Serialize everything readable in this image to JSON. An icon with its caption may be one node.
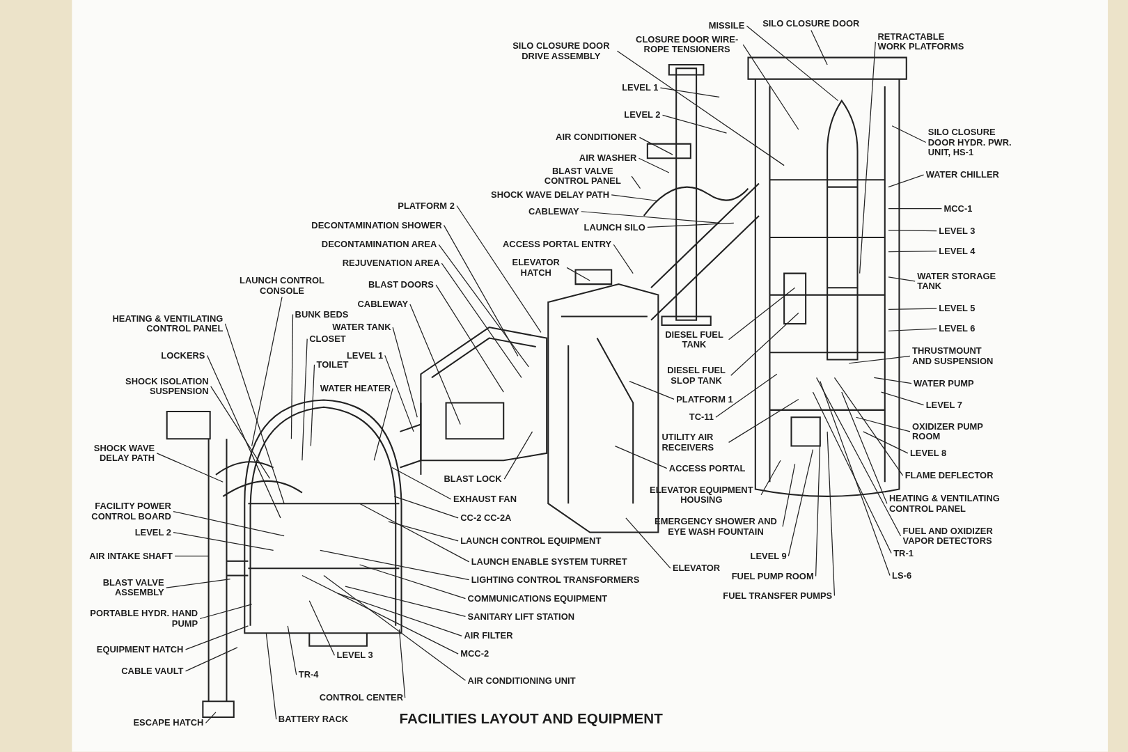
{
  "diagram": {
    "title": "FACILITIES LAYOUT AND EQUIPMENT",
    "nodes": [
      {
        "text": [
          "LAUNCH CONTROL CONSOLE"
        ]
      },
      {
        "text": [
          "BUNK BEDS"
        ]
      },
      {
        "text": [
          "HEATING & VENTILATING CONTROL PANEL"
        ]
      },
      {
        "text": [
          "CLOSET"
        ]
      },
      {
        "text": [
          "LOCKERS"
        ]
      },
      {
        "text": [
          "TOILET"
        ]
      },
      {
        "text": [
          "SHOCK ISOLATION SUSPENSION"
        ]
      },
      {
        "text": [
          "WATER HEATER"
        ]
      },
      {
        "text": [
          "WATER TANK"
        ]
      },
      {
        "text": [
          "LEVEL 1"
        ]
      },
      {
        "text": [
          "CABLEWAY"
        ]
      },
      {
        "text": [
          "BLAST DOORS"
        ]
      },
      {
        "text": [
          "REJUVENATION AREA"
        ]
      },
      {
        "text": [
          "DECONTAMINATION AREA"
        ]
      },
      {
        "text": [
          "DECONTAMINATION SHOWER"
        ]
      },
      {
        "text": [
          "PLATFORM 2"
        ]
      },
      {
        "text": [
          "SHOCK WAVE DELAY PATH"
        ]
      },
      {
        "text": [
          "FACILITY POWER CONTROL BOARD"
        ]
      },
      {
        "text": [
          "LEVEL 2"
        ]
      },
      {
        "text": [
          "AIR INTAKE SHAFT"
        ]
      },
      {
        "text": [
          "BLAST VALVE ASSEMBLY"
        ]
      },
      {
        "text": [
          "PORTABLE HYDR. HAND PUMP"
        ]
      },
      {
        "text": [
          "EQUIPMENT HATCH"
        ]
      },
      {
        "text": [
          "CABLE VAULT"
        ]
      },
      {
        "text": [
          "ESCAPE HATCH"
        ]
      },
      {
        "text": [
          "TR-4"
        ]
      },
      {
        "text": [
          "LEVEL 3"
        ]
      },
      {
        "text": [
          "BATTERY RACK"
        ]
      },
      {
        "text": [
          "CONTROL CENTER"
        ]
      },
      {
        "text": [
          "BLAST LOCK"
        ]
      },
      {
        "text": [
          "EXHAUST FAN"
        ]
      },
      {
        "text": [
          "CC-2 CC-2A"
        ]
      },
      {
        "text": [
          "LAUNCH CONTROL EQUIPMENT"
        ]
      },
      {
        "text": [
          "LAUNCH ENABLE SYSTEM TURRET"
        ]
      },
      {
        "text": [
          "LIGHTING CONTROL TRANSFORMERS"
        ]
      },
      {
        "text": [
          "COMMUNICATIONS EQUIPMENT"
        ]
      },
      {
        "text": [
          "SANITARY LIFT STATION"
        ]
      },
      {
        "text": [
          "AIR FILTER"
        ]
      },
      {
        "text": [
          "MCC-2"
        ]
      },
      {
        "text": [
          "AIR CONDITIONING UNIT"
        ]
      },
      {
        "text": [
          "SILO CLOSURE DOOR DRIVE ASSEMBLY"
        ]
      },
      {
        "text": [
          "CLOSURE DOOR WIRE-ROPE TENSIONERS"
        ]
      },
      {
        "text": [
          "MISSILE"
        ]
      },
      {
        "text": [
          "SILO CLOSURE DOOR"
        ]
      },
      {
        "text": [
          "RETRACTABLE WORK PLATFORMS"
        ]
      },
      {
        "text": [
          "LEVEL 1"
        ]
      },
      {
        "text": [
          "LEVEL 2"
        ]
      },
      {
        "text": [
          "AIR CONDITIONER"
        ]
      },
      {
        "text": [
          "AIR WASHER"
        ]
      },
      {
        "text": [
          "BLAST VALVE CONTROL PANEL"
        ]
      },
      {
        "text": [
          "SHOCK WAVE DELAY PATH"
        ]
      },
      {
        "text": [
          "CABLEWAY"
        ]
      },
      {
        "text": [
          "LAUNCH SILO"
        ]
      },
      {
        "text": [
          "ACCESS PORTAL ENTRY"
        ]
      },
      {
        "text": [
          "ELEVATOR HATCH"
        ]
      },
      {
        "text": [
          "DIESEL FUEL TANK"
        ]
      },
      {
        "text": [
          "DIESEL FUEL SLOP TANK"
        ]
      },
      {
        "text": [
          "PLATFORM 1"
        ]
      },
      {
        "text": [
          "TC-11"
        ]
      },
      {
        "text": [
          "UTILITY AIR RECEIVERS"
        ]
      },
      {
        "text": [
          "ACCESS PORTAL"
        ]
      },
      {
        "text": [
          "ELEVATOR EQUIPMENT HOUSING"
        ]
      },
      {
        "text": [
          "EMERGENCY SHOWER AND EYE WASH FOUNTAIN"
        ]
      },
      {
        "text": [
          "ELEVATOR"
        ]
      },
      {
        "text": [
          "LEVEL 9"
        ]
      },
      {
        "text": [
          "FUEL PUMP ROOM"
        ]
      },
      {
        "text": [
          "FUEL TRANSFER PUMPS"
        ]
      },
      {
        "text": [
          "SILO CLOSURE DOOR HYDR. PWR. UNIT, HS-1"
        ]
      },
      {
        "text": [
          "WATER CHILLER"
        ]
      },
      {
        "text": [
          "MCC-1"
        ]
      },
      {
        "text": [
          "LEVEL 3"
        ]
      },
      {
        "text": [
          "LEVEL 4"
        ]
      },
      {
        "text": [
          "WATER STORAGE TANK"
        ]
      },
      {
        "text": [
          "LEVEL 5"
        ]
      },
      {
        "text": [
          "LEVEL 6"
        ]
      },
      {
        "text": [
          "THRUSTMOUNT AND SUSPENSION"
        ]
      },
      {
        "text": [
          "WATER PUMP"
        ]
      },
      {
        "text": [
          "LEVEL 7"
        ]
      },
      {
        "text": [
          "OXIDIZER PUMP ROOM"
        ]
      },
      {
        "text": [
          "LEVEL 8"
        ]
      },
      {
        "text": [
          "FLAME DEFLECTOR"
        ]
      },
      {
        "text": [
          "HEATING & VENTILATING CONTROL PANEL"
        ]
      },
      {
        "text": [
          "FUEL AND OXIDIZER VAPOR DETECTORS"
        ]
      },
      {
        "text": [
          "TR-1"
        ]
      },
      {
        "text": [
          "LS-6"
        ]
      }
    ],
    "edges": [
      {
        "from": 0,
        "to": null,
        "arrow": "none"
      },
      {
        "from": 1,
        "to": null,
        "arrow": "none"
      },
      {
        "from": 2,
        "to": null,
        "arrow": "none"
      },
      {
        "from": 3,
        "to": null,
        "arrow": "none"
      },
      {
        "from": 4,
        "to": null,
        "arrow": "none"
      },
      {
        "from": 5,
        "to": null,
        "arrow": "none"
      },
      {
        "from": 6,
        "to": null,
        "arrow": "none"
      },
      {
        "from": 7,
        "to": null,
        "arrow": "none"
      },
      {
        "from": 8,
        "to": null,
        "arrow": "none"
      },
      {
        "from": 9,
        "to": null,
        "arrow": "none"
      },
      {
        "from": 10,
        "to": null,
        "arrow": "none"
      },
      {
        "from": 11,
        "to": null,
        "arrow": "none"
      },
      {
        "from": 12,
        "to": null,
        "arrow": "none"
      },
      {
        "from": 13,
        "to": null,
        "arrow": "none"
      },
      {
        "from": 14,
        "to": null,
        "arrow": "none"
      },
      {
        "from": 15,
        "to": null,
        "arrow": "none"
      },
      {
        "from": 16,
        "to": null,
        "arrow": "none"
      },
      {
        "from": 17,
        "to": null,
        "arrow": "none"
      },
      {
        "from": 18,
        "to": null,
        "arrow": "none"
      },
      {
        "from": 19,
        "to": null,
        "arrow": "none"
      },
      {
        "from": 20,
        "to": null,
        "arrow": "none"
      },
      {
        "from": 21,
        "to": null,
        "arrow": "none"
      },
      {
        "from": 22,
        "to": null,
        "arrow": "none"
      },
      {
        "from": 23,
        "to": null,
        "arrow": "none"
      },
      {
        "from": 24,
        "to": null,
        "arrow": "none"
      },
      {
        "from": 25,
        "to": null,
        "arrow": "none"
      },
      {
        "from": 26,
        "to": null,
        "arrow": "none"
      },
      {
        "from": 27,
        "to": null,
        "arrow": "none"
      },
      {
        "from": 28,
        "to": null,
        "arrow": "none"
      },
      {
        "from": 29,
        "to": null,
        "arrow": "none"
      },
      {
        "from": 30,
        "to": null,
        "arrow": "none"
      },
      {
        "from": 31,
        "to": null,
        "arrow": "none"
      },
      {
        "from": 32,
        "to": null,
        "arrow": "none"
      },
      {
        "from": 33,
        "to": null,
        "arrow": "none"
      },
      {
        "from": 34,
        "to": null,
        "arrow": "none"
      },
      {
        "from": 35,
        "to": null,
        "arrow": "none"
      },
      {
        "from": 36,
        "to": null,
        "arrow": "none"
      },
      {
        "from": 37,
        "to": null,
        "arrow": "none"
      },
      {
        "from": 38,
        "to": null,
        "arrow": "none"
      },
      {
        "from": 39,
        "to": null,
        "arrow": "none"
      },
      {
        "from": 40,
        "to": null,
        "arrow": "none"
      },
      {
        "from": 41,
        "to": null,
        "arrow": "none"
      },
      {
        "from": 42,
        "to": null,
        "arrow": "none"
      },
      {
        "from": 43,
        "to": null,
        "arrow": "none"
      },
      {
        "from": 44,
        "to": null,
        "arrow": "none"
      },
      {
        "from": 45,
        "to": null,
        "arrow": "none"
      },
      {
        "from": 46,
        "to": null,
        "arrow": "none"
      },
      {
        "from": 47,
        "to": null,
        "arrow": "none"
      },
      {
        "from": 48,
        "to": null,
        "arrow": "none"
      },
      {
        "from": 49,
        "to": null,
        "arrow": "none"
      },
      {
        "from": 50,
        "to": null,
        "arrow": "none"
      },
      {
        "from": 51,
        "to": null,
        "arrow": "none"
      },
      {
        "from": 52,
        "to": null,
        "arrow": "none"
      },
      {
        "from": 53,
        "to": null,
        "arrow": "none"
      },
      {
        "from": 54,
        "to": null,
        "arrow": "none"
      },
      {
        "from": 55,
        "to": null,
        "arrow": "none"
      },
      {
        "from": 56,
        "to": null,
        "arrow": "none"
      },
      {
        "from": 57,
        "to": null,
        "arrow": "none"
      },
      {
        "from": 58,
        "to": null,
        "arrow": "none"
      },
      {
        "from": 59,
        "to": null,
        "arrow": "none"
      },
      {
        "from": 60,
        "to": null,
        "arrow": "none"
      },
      {
        "from": 61,
        "to": null,
        "arrow": "none"
      },
      {
        "from": 62,
        "to": null,
        "arrow": "none"
      },
      {
        "from": 63,
        "to": null,
        "arrow": "none"
      },
      {
        "from": 64,
        "to": null,
        "arrow": "none"
      },
      {
        "from": 65,
        "to": null,
        "arrow": "none"
      },
      {
        "from": 66,
        "to": null,
        "arrow": "none"
      },
      {
        "from": 67,
        "to": null,
        "arrow": "none"
      },
      {
        "from": 68,
        "to": null,
        "arrow": "none"
      },
      {
        "from": 69,
        "to": null,
        "arrow": "none"
      },
      {
        "from": 70,
        "to": null,
        "arrow": "none"
      },
      {
        "from": 71,
        "to": null,
        "arrow": "none"
      },
      {
        "from": 72,
        "to": null,
        "arrow": "none"
      },
      {
        "from": 73,
        "to": null,
        "arrow": "none"
      },
      {
        "from": 74,
        "to": null,
        "arrow": "none"
      },
      {
        "from": 75,
        "to": null,
        "arrow": "none"
      },
      {
        "from": 76,
        "to": null,
        "arrow": "none"
      },
      {
        "from": 77,
        "to": null,
        "arrow": "none"
      },
      {
        "from": 78,
        "to": null,
        "arrow": "none"
      },
      {
        "from": 79,
        "to": null,
        "arrow": "none"
      },
      {
        "from": 80,
        "to": null,
        "arrow": "none"
      },
      {
        "from": 81,
        "to": null,
        "arrow": "none"
      },
      {
        "from": 82,
        "to": null,
        "arrow": "none"
      },
      {
        "from": 83,
        "to": null,
        "arrow": "none"
      },
      {
        "from": 84,
        "to": null,
        "arrow": "none"
      }
    ]
  }
}
